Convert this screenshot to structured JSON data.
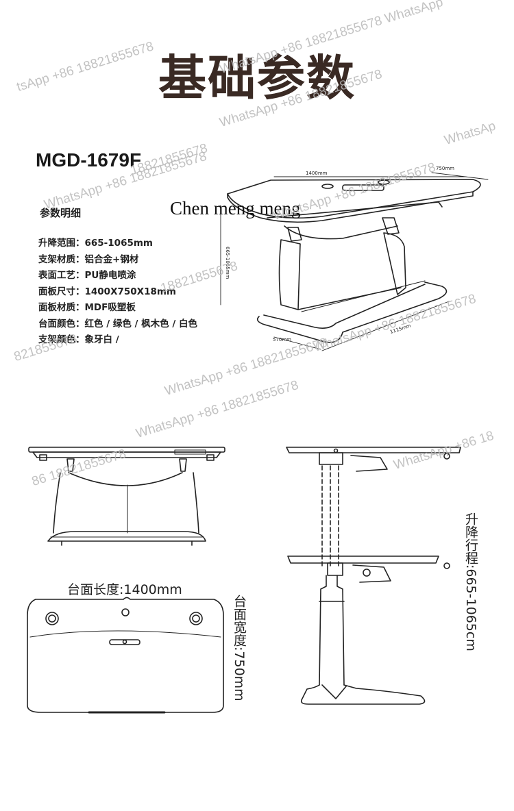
{
  "title": "基础参数",
  "model": "MGD-1679F",
  "overlay_text": "Chen meng meng",
  "section_title": "参数明细",
  "specs": [
    {
      "label": "升降范围：",
      "value": "665-1065mm"
    },
    {
      "label": "支架材质：",
      "value": "铝合金+钢材"
    },
    {
      "label": "表面工艺：",
      "value": "PU静电喷涂"
    },
    {
      "label": "面板尺寸：",
      "value": "1400X750X18mm"
    },
    {
      "label": "面板材质：",
      "value": "MDF吸塑板"
    },
    {
      "label": "台面颜色：",
      "value": "红色 / 绿色 / 枫木色 / 白色"
    },
    {
      "label": "支架颜色：",
      "value": "象牙白 /"
    }
  ],
  "dims": {
    "length": "1400mm",
    "depth": "750mm",
    "height": "665-1065mm",
    "base_width": "570mm",
    "base_length": "1115mm"
  },
  "captions": {
    "length": "台面长度:1400mm",
    "width": "台面宽度:750mm",
    "lift": "升降行程:665-1065cm"
  },
  "watermark": {
    "fragments": [
      "tsApp +86 18821855678",
      "WhatsApp +86 18821855678 WhatsApp",
      "WhatsApp +86 18821855678",
      "WhatsAp",
      "WhatsApp +86 18821855678",
      "WhatsApp +86 18821855678",
      "18821855678",
      "18821855678",
      "WhatsApp +86 18821855678",
      "WhatsApp +86 18821855678",
      "821855678",
      "WhatsApp +86 18",
      "86 18821855678",
      "WhatsApp +86 18821855678"
    ]
  },
  "colors": {
    "title": "#3a2a24",
    "line": "#222222",
    "watermark": "#b8b8b8"
  }
}
